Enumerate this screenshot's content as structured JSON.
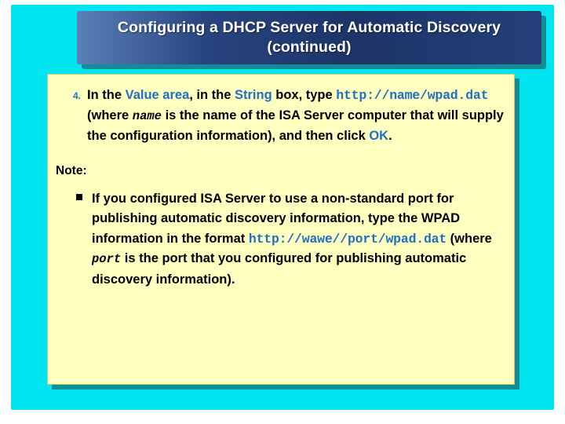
{
  "slide": {
    "title": "Configuring a DHCP Server for Automatic Discovery (continued)",
    "step": {
      "number": "4.",
      "text_1": "In the ",
      "em_1": "Value area",
      "text_2": ", in the ",
      "em_2": "String",
      "text_3": " box, type ",
      "code_1": "http://name/wpad.dat",
      "text_4": " (where ",
      "italic_1": "name",
      "text_5": " is the name of the ISA Server computer that will supply the configuration information), and then click ",
      "em_3": "OK",
      "text_6": "."
    },
    "note_label": "Note:",
    "bullet": {
      "marker": "square-bullet",
      "text_1": "If you configured ISA Server to use a non-standard port for publishing automatic discovery information, type the WPAD information in the format ",
      "code_1": "http://wawe//port/wpad.dat",
      "text_2": " (where ",
      "italic_1": "port",
      "text_3": " is the port that you configured for publishing automatic discovery information)."
    }
  },
  "colors": {
    "frame": "#00e5ef",
    "panel": "#ffffc0",
    "accent": "#1f6fc4",
    "title_start": "#5b7fb8",
    "title_end": "#1d3468",
    "shadow": "#148c94"
  }
}
